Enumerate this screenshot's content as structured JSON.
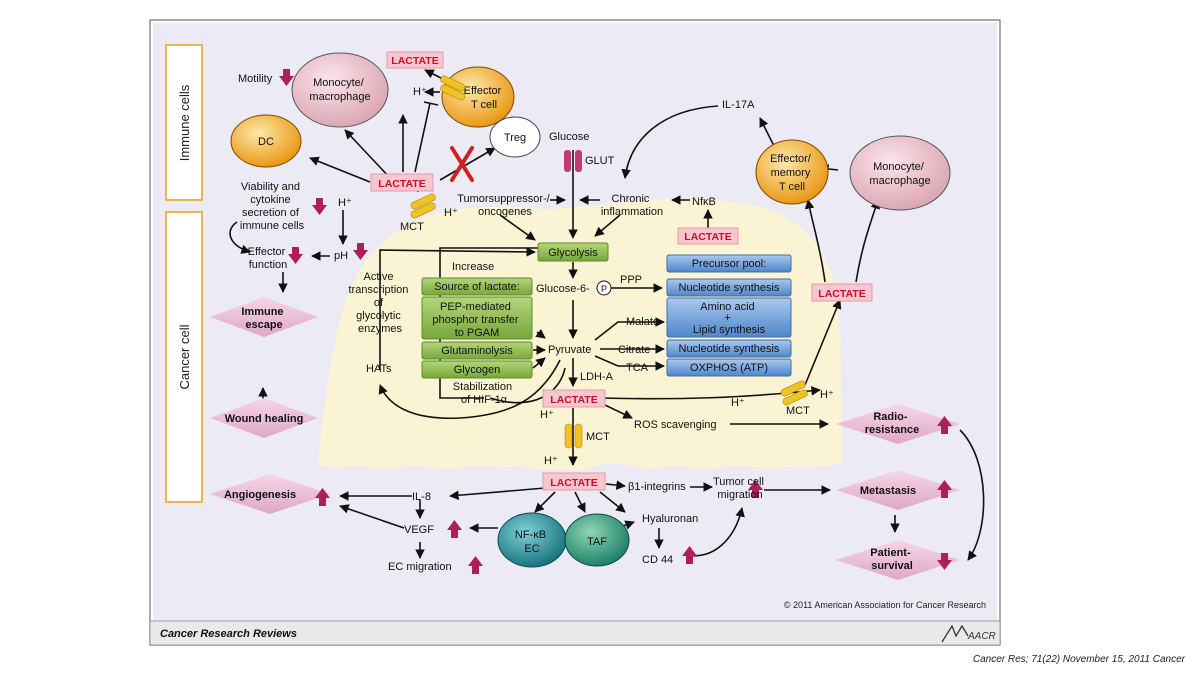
{
  "labels": {
    "immune_cells": "Immune cells",
    "cancer_cell": "Cancer cell",
    "lactate": "LACTATE",
    "monocyte_macrophage": [
      "Monocyte/",
      "macrophage"
    ],
    "effector_t_cell": [
      "Effector",
      "T cell"
    ],
    "effector_memory_t_cell": [
      "Effector/",
      "memory",
      "T cell"
    ],
    "dc": "DC",
    "treg": "Treg",
    "glucose": "Glucose",
    "glut": "GLUT",
    "mct": "MCT",
    "il17a": "IL-17A",
    "motility": "Motility",
    "h_plus": "H⁺",
    "ph": "pH",
    "nfkb": "NfκB",
    "viability": [
      "Viability and",
      "cytokine",
      "secretion of",
      "immune cells"
    ],
    "effector_function": [
      "Effector",
      "function"
    ],
    "immune_escape": [
      "Immune",
      "escape"
    ],
    "tumorsuppressor": [
      "Tumorsuppressor-/",
      "oncogenes"
    ],
    "chronic_inflammation": [
      "Chronic",
      "inflammation"
    ],
    "glycolysis": "Glycolysis",
    "increase": "Increase",
    "glucose6p": "Glucose-6-",
    "p_circle": "P",
    "ppp": "PPP",
    "active_transcription": [
      "Active",
      "transcription",
      "of",
      "glycolytic",
      "enzymes"
    ],
    "source_of_lactate": "Source of lactate:",
    "pep_mediated": [
      "PEP-mediated",
      "phosphor transfer",
      "to PGAM"
    ],
    "glutaminolysis": "Glutaminolysis",
    "glycogen": "Glycogen",
    "pyruvate": "Pyruvate",
    "malate": "Malate",
    "citrate": "Citrate",
    "tca": "TCA",
    "ldha": "LDH-A",
    "hats": "HATs",
    "stabilization": [
      "Stabilization",
      "of HIF-1α"
    ],
    "precursor_pool": "Precursor pool:",
    "nucleotide_synthesis": "Nucleotide synthesis",
    "amino_acid": [
      "Amino acid",
      "+",
      "Lipid synthesis"
    ],
    "oxphos": "OXPHOS (ATP)",
    "ros_scavenging": "ROS scavenging",
    "radioresistance": [
      "Radio-",
      "resistance"
    ],
    "wound_healing": "Wound healing",
    "angiogenesis": "Angiogenesis",
    "il8": "IL-8",
    "vegf": "VEGF",
    "ec_migration": "EC migration",
    "b1_integrins": "β1-integrins",
    "tumor_cell_migration": [
      "Tumor cell",
      "migration"
    ],
    "metastasis": "Metastasis",
    "patient_survival": [
      "Patient-",
      "survival"
    ],
    "nfkb_ec": [
      "NF-κB",
      "EC"
    ],
    "taf": "TAF",
    "hyaluronan": "Hyaluronan",
    "cd44": "CD 44"
  },
  "footer": {
    "copyright": "© 2011 American Association for Cancer Research",
    "journal": "Cancer Research Reviews",
    "logo_text": "AACR"
  },
  "citation": "Cancer Res; 71(22) November 15, 2011 Cancer",
  "colors": {
    "panel_bg": "#ecebf5",
    "cell_fill": "#fbf4d4",
    "lactate_fill": "#f8c6cf",
    "lactate_text": "#c8102e",
    "green_box": "#8dbb4e",
    "blue_box": "#6b9fd8",
    "diamond": "#ebbfd6",
    "arrow_up_down": "#b01d5c",
    "orange_cell": "#f3a51f",
    "pink_cell": "#e8bcc7"
  }
}
